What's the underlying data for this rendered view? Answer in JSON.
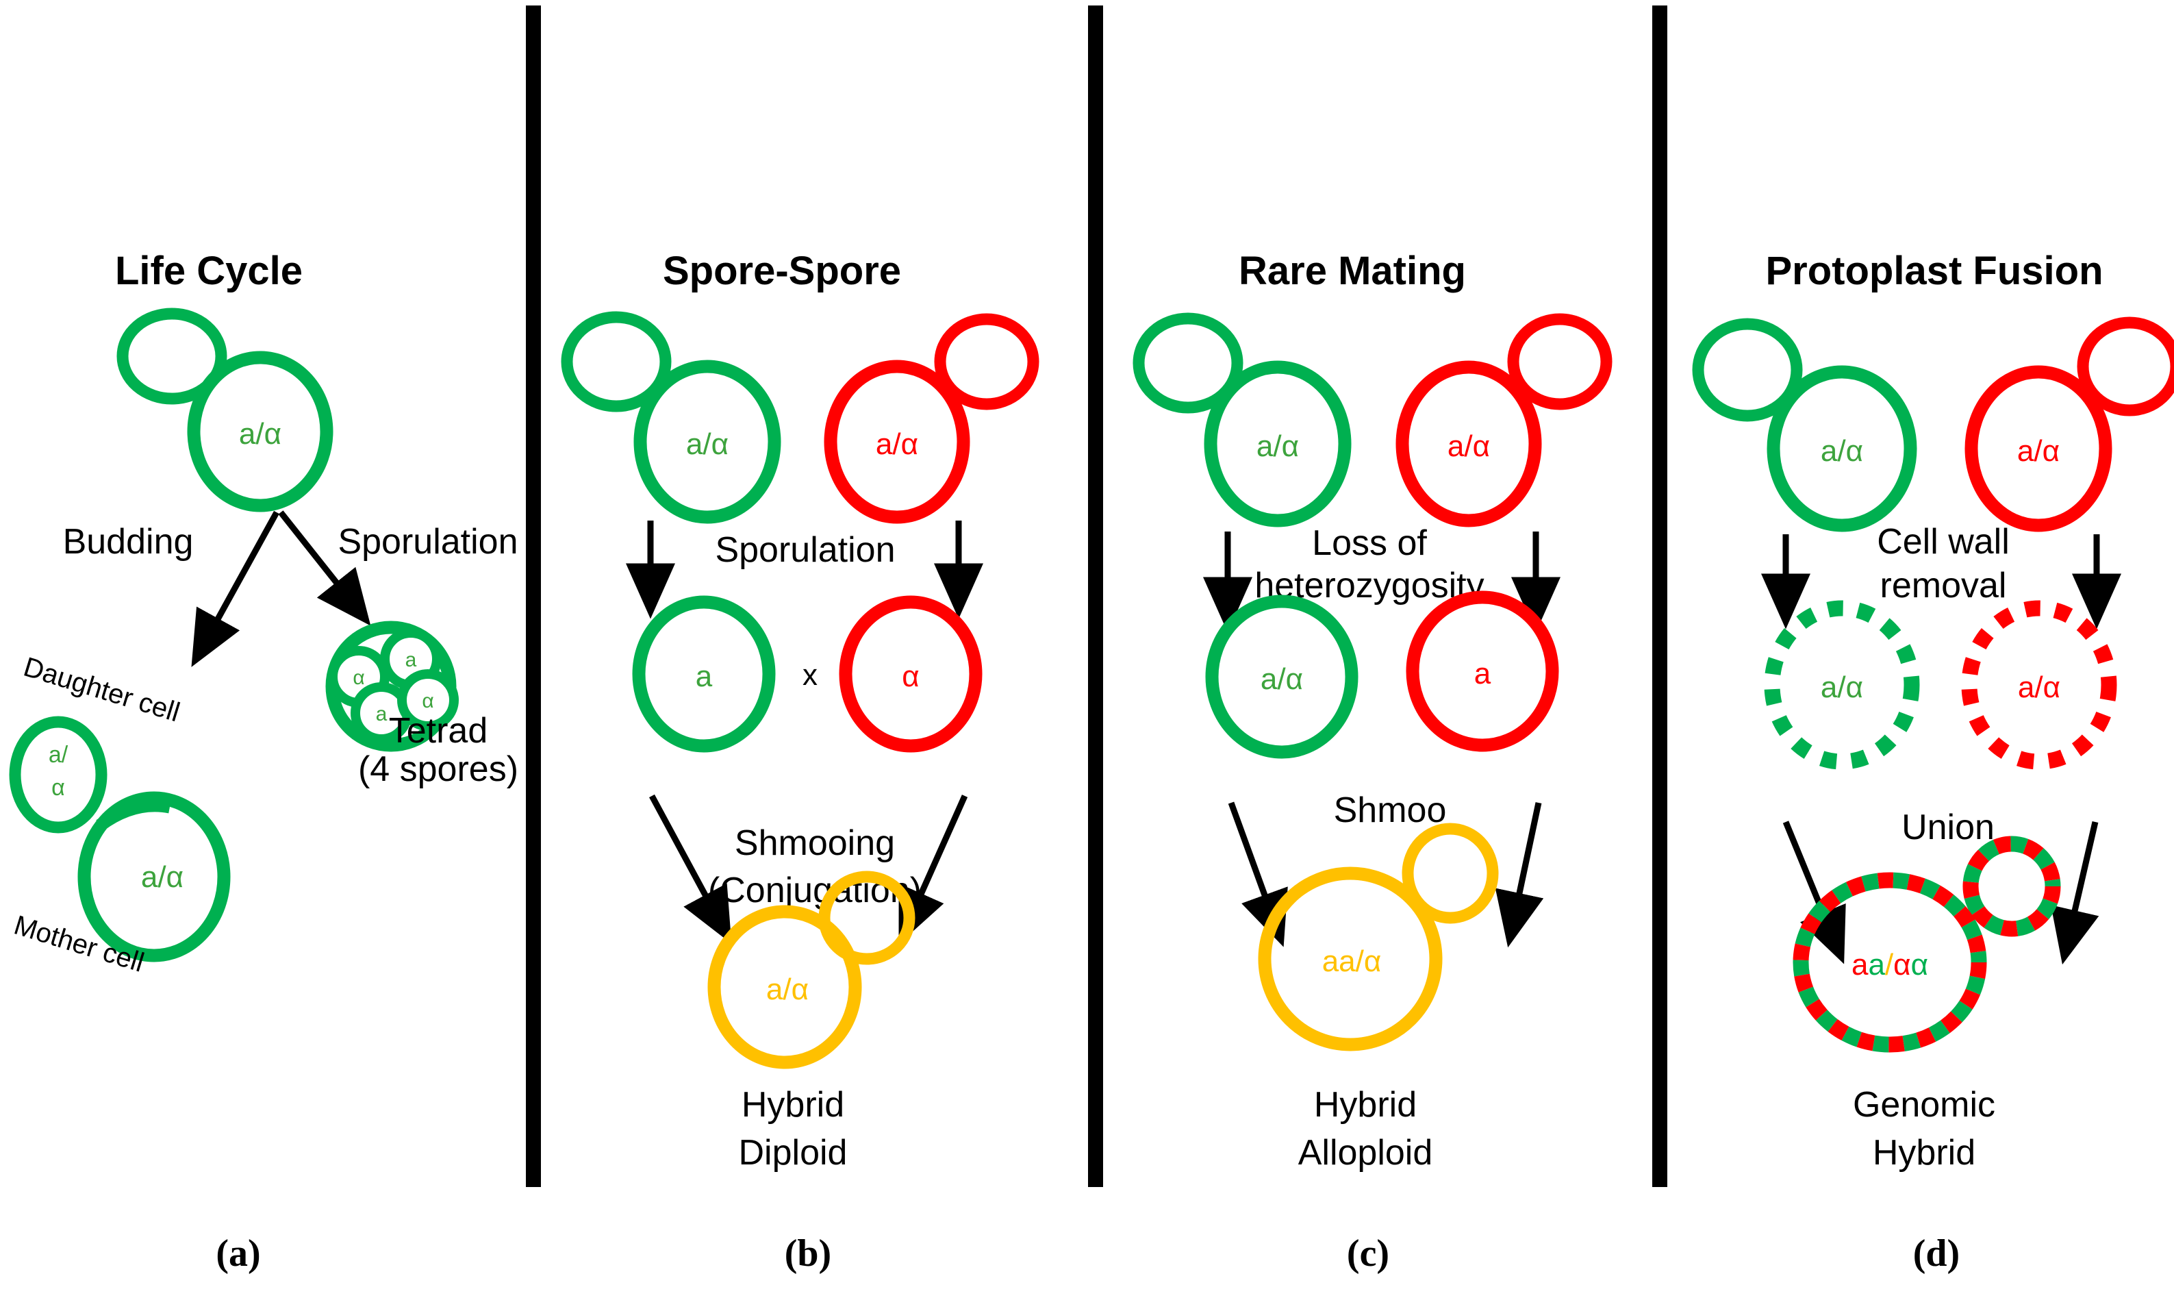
{
  "figure": {
    "background": "#ffffff",
    "colors": {
      "green": "#00B050",
      "red": "#FF0000",
      "yellow": "#FFC000",
      "black": "#000000"
    },
    "divider_color": "#000000"
  },
  "panels": [
    {
      "id": "a",
      "title": "Life Cycle",
      "sub_label": "(a)",
      "process_labels": [
        "Budding",
        "Sporulation"
      ],
      "annotations": [
        "Daughter cell",
        "Mother cell",
        "Tetrad",
        "(4 spores)"
      ],
      "cells": [
        {
          "name": "parent-diploid",
          "label": "a/α",
          "color": "#00B050"
        },
        {
          "name": "daughter-cell",
          "label_line1": "a/",
          "label_line2": "α",
          "color": "#00B050"
        },
        {
          "name": "mother-cell",
          "label": "a/α",
          "color": "#00B050"
        }
      ],
      "tetrad": {
        "name": "tetrad",
        "color": "#00B050",
        "spores": [
          "α",
          "a",
          "a",
          "α"
        ]
      }
    },
    {
      "id": "b",
      "title": "Spore-Spore",
      "sub_label": "(b)",
      "process_labels": [
        "Sporulation",
        "Shmooing",
        "(Conjugation)"
      ],
      "cross_symbol": "x",
      "output_label_line1": "Hybrid",
      "output_label_line2": "Diploid",
      "cells": [
        {
          "name": "parent-green-diploid",
          "label": "a/α",
          "color": "#00B050"
        },
        {
          "name": "parent-red-diploid",
          "label": "a/α",
          "color": "#FF0000"
        },
        {
          "name": "spore-green-a",
          "label": "a",
          "color": "#00B050"
        },
        {
          "name": "spore-red-alpha",
          "label": "α",
          "color": "#FF0000"
        },
        {
          "name": "hybrid-diploid",
          "label": "a/α",
          "color": "#FFC000"
        }
      ]
    },
    {
      "id": "c",
      "title": "Rare Mating",
      "sub_label": "(c)",
      "process_labels": [
        "Loss of",
        "heterozygosity",
        "Shmoo"
      ],
      "output_label_line1": "Hybrid",
      "output_label_line2": "Alloploid",
      "cells": [
        {
          "name": "parent-green-diploid",
          "label": "a/α",
          "color": "#00B050"
        },
        {
          "name": "parent-red-diploid",
          "label": "a/α",
          "color": "#FF0000"
        },
        {
          "name": "green-diploid-retained",
          "label": "a/α",
          "color": "#00B050"
        },
        {
          "name": "red-haploid-a",
          "label": "a",
          "color": "#FF0000"
        },
        {
          "name": "hybrid-alloploid",
          "label": "aa/α",
          "color": "#FFC000"
        }
      ]
    },
    {
      "id": "d",
      "title": "Protoplast Fusion",
      "sub_label": "(d)",
      "process_labels": [
        "Cell wall",
        "removal",
        "Union"
      ],
      "output_label_line1": "Genomic",
      "output_label_line2": "Hybrid",
      "cells": [
        {
          "name": "parent-green-diploid",
          "label": "a/α",
          "color": "#00B050"
        },
        {
          "name": "parent-red-diploid",
          "label": "a/α",
          "color": "#FF0000"
        },
        {
          "name": "protoplast-green",
          "label": "a/α",
          "color": "#00B050",
          "dashed": true
        },
        {
          "name": "protoplast-red",
          "label": "a/α",
          "color": "#FF0000",
          "dashed": true
        },
        {
          "name": "genomic-hybrid",
          "dashed": true,
          "label_parts": [
            {
              "text": "a",
              "color": "#FF0000"
            },
            {
              "text": "a",
              "color": "#00B050"
            },
            {
              "text": "/",
              "color": "#FFC000"
            },
            {
              "text": "α",
              "color": "#FF0000"
            },
            {
              "text": "α",
              "color": "#00B050"
            }
          ]
        }
      ]
    }
  ]
}
